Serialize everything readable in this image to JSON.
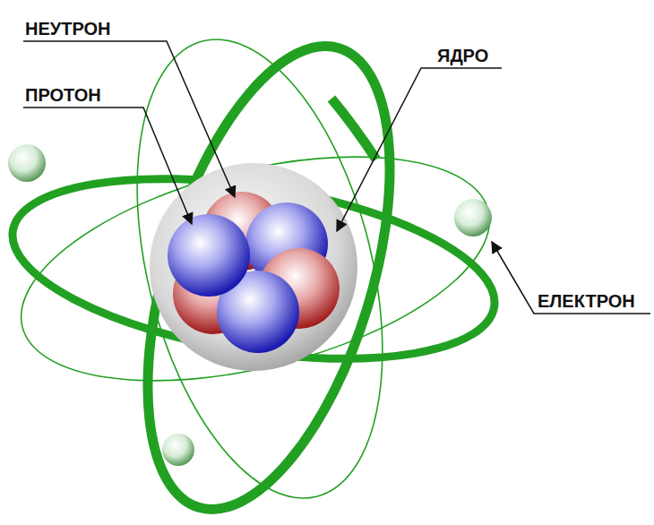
{
  "diagram": {
    "labels": [
      "НЕУТРОН",
      "ПРОТОН",
      "ЯДРО",
      "ЕЛЕКТРОН"
    ]
  }
}
